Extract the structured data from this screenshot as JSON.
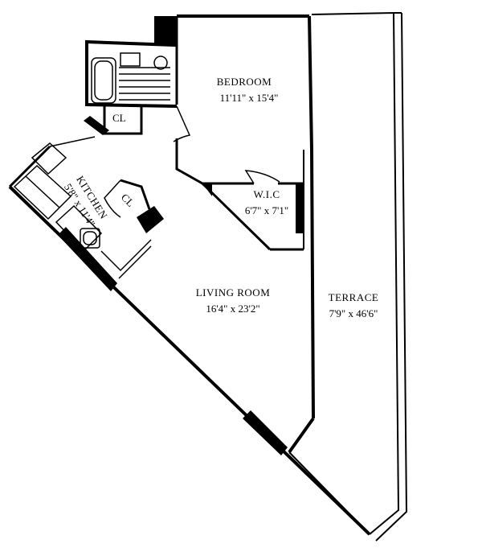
{
  "rooms": {
    "bedroom": {
      "name": "BEDROOM",
      "dims": "11'11\" x 15'4\""
    },
    "wic": {
      "name": "W.I.C",
      "dims": "6'7\" x 7'1\""
    },
    "kitchen": {
      "name": "KITCHEN",
      "dims": "5'8\" x 11'4\""
    },
    "living_room": {
      "name": "LIVING ROOM",
      "dims": "16'4\" x 23'2\""
    },
    "terrace": {
      "name": "TERRACE",
      "dims": "7'9\" x 46'6\""
    }
  },
  "closets": {
    "bath_closet": "CL",
    "kitchen_closet": "CL"
  }
}
